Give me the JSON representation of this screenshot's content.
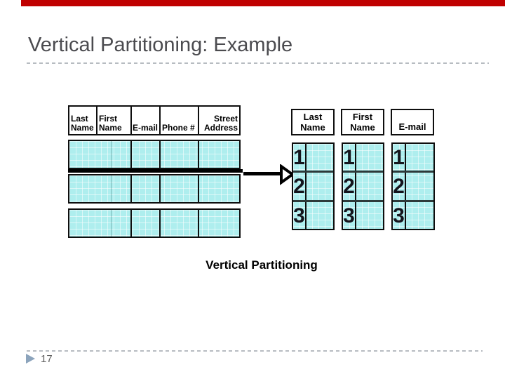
{
  "slide": {
    "title": "Vertical Partitioning: Example",
    "caption": "Vertical Partitioning",
    "page_number": "17"
  },
  "source_table": {
    "columns": [
      "Last\nName",
      "First\nName",
      "E-mail",
      "Phone #",
      "Street\nAddress"
    ],
    "row_count": 3
  },
  "partitions": [
    {
      "title": "Last\nName",
      "row_labels": [
        "1",
        "2",
        "3"
      ]
    },
    {
      "title": "First\nName",
      "row_labels": [
        "1",
        "2",
        "3"
      ]
    },
    {
      "title": "E-mail",
      "row_labels": [
        "1",
        "2",
        "3"
      ]
    }
  ],
  "colors": {
    "accent_bar": "#c00000",
    "table_fill": "#aeeeee",
    "table_border": "#0e0e0e",
    "title_text": "#4b4b4f",
    "bullet": "#8ca4bc",
    "page_number_text": "#5f5f5f"
  },
  "icons": {
    "arrow_head": "open-right-triangle",
    "bullet": "right-triangle"
  }
}
